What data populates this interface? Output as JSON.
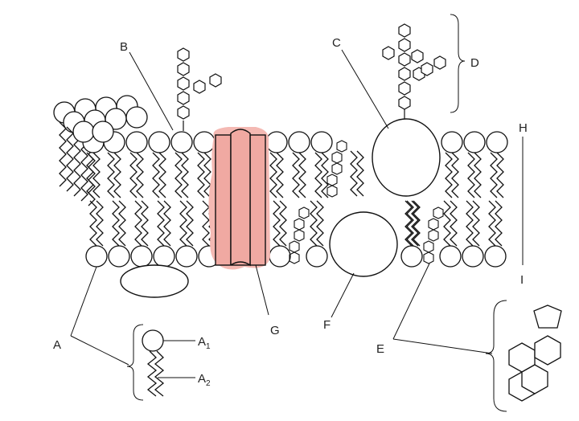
{
  "labels": {
    "a": "A",
    "a1": "A",
    "a1_sub": "1",
    "a2": "A",
    "a2_sub": "2",
    "b": "B",
    "c": "C",
    "d": "D",
    "e": "E",
    "f": "F",
    "g": "G",
    "h": "H",
    "i": "I"
  },
  "colors": {
    "line": "#111111",
    "channel_fill": "#f0a9a2",
    "channel_stroke": "#d9736b",
    "channel_glow": "#f4b9b3"
  }
}
